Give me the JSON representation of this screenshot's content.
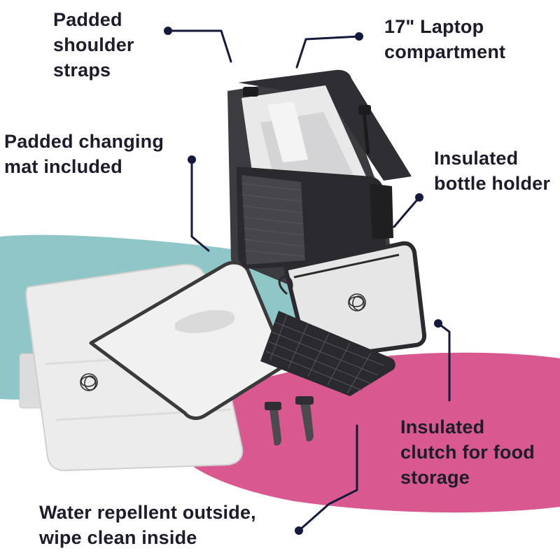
{
  "colors": {
    "text": "#1c1c2b",
    "leader_line": "#141a3c",
    "teal_blob": "#8fc7c9",
    "pink_blob": "#d8588f",
    "bag_body": "#3b3b40",
    "bag_interior": "#e9e9ea",
    "mat_fabric": "#ececec"
  },
  "callouts": {
    "shoulder_straps": [
      "Padded",
      "shoulder",
      "straps"
    ],
    "laptop": [
      "17\" Laptop",
      "compartment"
    ],
    "changing_mat": [
      "Padded changing",
      "mat included"
    ],
    "bottle_holder": [
      "Insulated",
      "bottle holder"
    ],
    "food_clutch": [
      "Insulated",
      "clutch for food",
      "storage"
    ],
    "water_repellent": [
      "Water repellent outside,",
      "wipe clean inside"
    ]
  },
  "icons": {
    "brand_mark": "bugaboo-swirl-logo",
    "callout_marker": "dot-marker"
  }
}
